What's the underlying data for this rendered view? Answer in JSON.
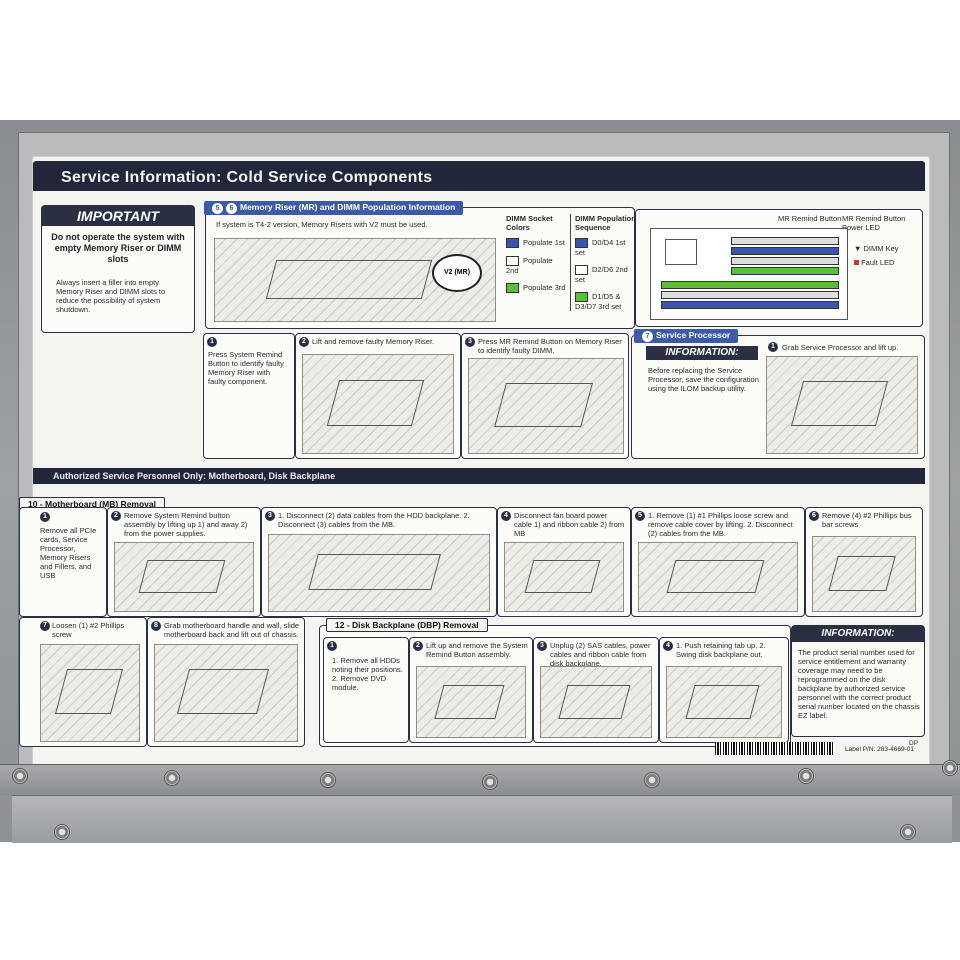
{
  "title": "Service Information: Cold Service Components",
  "important": {
    "heading": "IMPORTANT",
    "warning": "Do not operate the system with empty Memory Riser or DIMM slots",
    "note": "Always insert a filler into empty Memory Riser and DIMM slots to reduce the possibility of system shutdown."
  },
  "memory": {
    "numbers": [
      "5",
      "6"
    ],
    "heading": "Memory Riser (MR) and DIMM Population Information",
    "note": "If system is T4-2 version, Memory Risers with V2 must be used.",
    "callout": "V2 (MR)",
    "socket_colors": {
      "heading": "DIMM Socket Colors",
      "items": [
        {
          "label": "Populate 1st",
          "color": "#3a55b0"
        },
        {
          "label": "Populate 2nd",
          "color": "#ffffff"
        },
        {
          "label": "Populate 3rd",
          "color": "#5cbf3a"
        }
      ]
    },
    "sequence": {
      "heading": "DIMM Population Sequence",
      "items": [
        {
          "label": "D0/D4 1st set",
          "color": "#3a55b0"
        },
        {
          "label": "D2/D6 2nd set",
          "color": "#ffffff"
        },
        {
          "label": "D1/D5 & D3/D7 3rd set",
          "color": "#5cbf3a"
        }
      ]
    },
    "legend": {
      "mr_button": "MR Remind Button",
      "mr_led": "MR Remind Button Power LED",
      "dimm_key": "DIMM Key",
      "fault_led": "Fault LED"
    },
    "steps": [
      {
        "num": "1",
        "text": "Press System Remind Button to identify faulty Memory Riser with faulty component."
      },
      {
        "num": "2",
        "text": "Lift and remove faulty Memory Riser."
      },
      {
        "num": "3",
        "text": "Press MR Remind Button on Memory Riser to identify faulty DIMM."
      }
    ]
  },
  "service_processor": {
    "number": "7",
    "heading": "Service Processor",
    "info_heading": "INFORMATION:",
    "info_text": "Before replacing the Service Processor, save the configuration using the ILOM backup utility.",
    "step": {
      "num": "1",
      "text": "Grab Service Processor and lift up."
    }
  },
  "authorized": "Authorized Service Personnel Only: Motherboard, Disk Backplane",
  "motherboard": {
    "heading": "10 - Motherboard (MB) Removal",
    "steps": [
      {
        "num": "1",
        "text": "Remove all PCIe cards, Service Processor, Memory Risers and Fillers, and USB"
      },
      {
        "num": "2",
        "text": "Remove System Remind button assembly by lifting up 1) and away 2) from the power supplies."
      },
      {
        "num": "3",
        "text": "1. Disconnect (2) data cables from the HDD backplane. 2. Disconnect (3) cables from the MB."
      },
      {
        "num": "4",
        "text": "Disconnect fan board power cable 1) and ribbon cable 2) from MB"
      },
      {
        "num": "5",
        "text": "1. Remove (1) #1 Phillips loose screw and remove cable cover by lifting. 2. Disconnect (2) cables from the MB."
      },
      {
        "num": "6",
        "text": "Remove (4) #2 Phillips bus bar screws"
      },
      {
        "num": "7",
        "text": "Loosen (1) #2 Phillips screw"
      },
      {
        "num": "8",
        "text": "Grab motherboard handle and wall, slide motherboard back and lift out of chassis."
      }
    ]
  },
  "disk": {
    "heading": "12 - Disk Backplane (DBP) Removal",
    "steps": [
      {
        "num": "1",
        "text": "1. Remove all HDDs noting their positions. 2. Remove DVD module."
      },
      {
        "num": "2",
        "text": "Lift up and remove the System Remind Button assembly."
      },
      {
        "num": "3",
        "text": "Unplug (2) SAS cables, power cables and ribbon cable from disk backplane."
      },
      {
        "num": "4",
        "text": "1. Push retaining tab up. 2. Swing disk backplane out."
      }
    ],
    "info_heading": "INFORMATION:",
    "info_text": "The product serial number used for service entitlement and warranty coverage may need to be reprogrammed on the disk backplane by authorized service personnel with the correct product serial number located on the chassis EZ label."
  },
  "footer": {
    "part_number": "Label P/N: 283-4669-01",
    "rev": "DP"
  },
  "colors": {
    "navy": "#22263a",
    "blue": "#3c5aa6",
    "green": "#5cbf3a",
    "label": "#f4f4f0",
    "metal": "#9ea1a4"
  }
}
